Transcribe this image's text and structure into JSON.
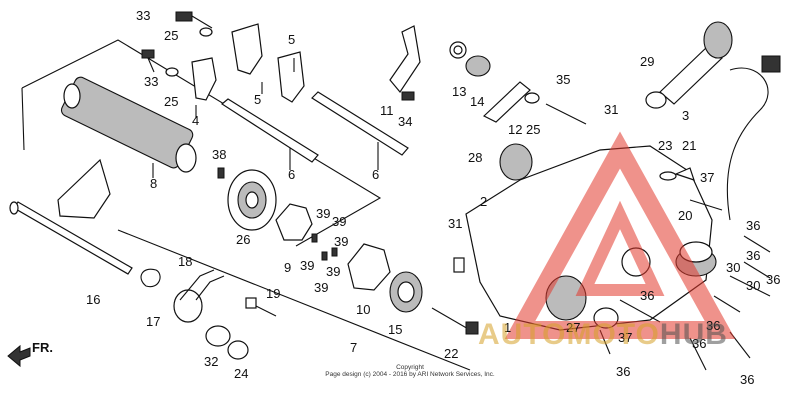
{
  "labels": [
    {
      "id": "33",
      "text": "33"
    },
    {
      "id": "25",
      "text": "25"
    },
    {
      "id": "5",
      "text": "5"
    },
    {
      "id": "4",
      "text": "4"
    },
    {
      "id": "8",
      "text": "8"
    },
    {
      "id": "6",
      "text": "6"
    },
    {
      "id": "11",
      "text": "11"
    },
    {
      "id": "34",
      "text": "34"
    },
    {
      "id": "13",
      "text": "13"
    },
    {
      "id": "14",
      "text": "14"
    },
    {
      "id": "12",
      "text": "12"
    },
    {
      "id": "35",
      "text": "35"
    },
    {
      "id": "29",
      "text": "29"
    },
    {
      "id": "3",
      "text": "3"
    },
    {
      "id": "31",
      "text": "31"
    },
    {
      "id": "28",
      "text": "28"
    },
    {
      "id": "2",
      "text": "2"
    },
    {
      "id": "23",
      "text": "23"
    },
    {
      "id": "21",
      "text": "21"
    },
    {
      "id": "37",
      "text": "37"
    },
    {
      "id": "38",
      "text": "38"
    },
    {
      "id": "26",
      "text": "26"
    },
    {
      "id": "9",
      "text": "9"
    },
    {
      "id": "39",
      "text": "39"
    },
    {
      "id": "10",
      "text": "10"
    },
    {
      "id": "15",
      "text": "15"
    },
    {
      "id": "7",
      "text": "7"
    },
    {
      "id": "16",
      "text": "16"
    },
    {
      "id": "17",
      "text": "17"
    },
    {
      "id": "18",
      "text": "18"
    },
    {
      "id": "19",
      "text": "19"
    },
    {
      "id": "32",
      "text": "32"
    },
    {
      "id": "24",
      "text": "24"
    },
    {
      "id": "22",
      "text": "22"
    },
    {
      "id": "20",
      "text": "20"
    },
    {
      "id": "36",
      "text": "36"
    },
    {
      "id": "30",
      "text": "30"
    },
    {
      "id": "27",
      "text": "27"
    },
    {
      "id": "1",
      "text": "1"
    }
  ],
  "front_arrow": "FR.",
  "copyright": {
    "line1": "Copyright",
    "line2": "Page design (c) 2004 - 2016 by ARI Network Services, Inc."
  },
  "watermark": {
    "main": "AUTOMOTO",
    "suffix": "HUB",
    "color": "#d6a028"
  }
}
